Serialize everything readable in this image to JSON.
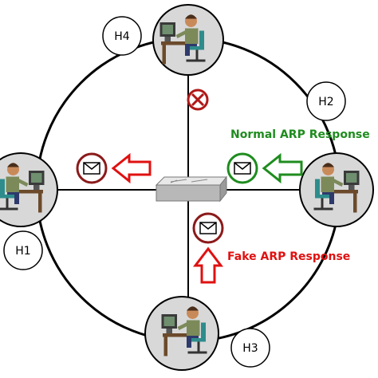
{
  "hosts": {
    "h1": {
      "label": "H1"
    },
    "h2": {
      "label": "H2"
    },
    "h3": {
      "label": "H3"
    },
    "h4": {
      "label": "H4"
    }
  },
  "messages": {
    "normal": {
      "label": "Normal ARP Response",
      "color": "#1e8c1e"
    },
    "fake": {
      "label": "Fake ARP Response",
      "color": "#e01010"
    }
  },
  "icons": {
    "blocked": "blocked-icon",
    "envelope": "envelope-icon",
    "switch": "network-switch-icon",
    "workstation": "workstation-user-icon"
  },
  "colors": {
    "ring": "#000000",
    "node_fill": "#dcdcdc",
    "switch_fill": "#c9c9c9",
    "envelope_dark_red": "#8b1a1a",
    "blocked_red": "#b01818"
  }
}
